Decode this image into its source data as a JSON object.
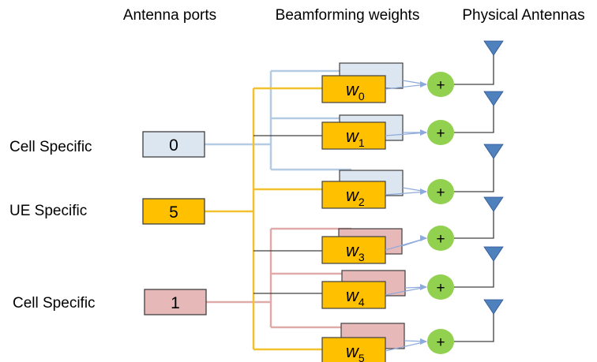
{
  "headers": {
    "ports": "Antenna ports",
    "weights": "Beamforming weights",
    "antennas": "Physical Antennas"
  },
  "ports": [
    {
      "label": "Cell Specific",
      "value": "0",
      "color": "#dce6f1",
      "line_color": "#b3cce4"
    },
    {
      "label": "UE Specific",
      "value": "5",
      "color": "#ffc000",
      "line_color": "#f2c12e"
    },
    {
      "label": "Cell Specific",
      "value": "1",
      "color": "#e6b9b8",
      "line_color": "#e0aaa9"
    }
  ],
  "weights": [
    {
      "symbol": "w",
      "sub": "0",
      "back_color": "#dce6f1"
    },
    {
      "symbol": "w",
      "sub": "1",
      "back_color": "#dce6f1"
    },
    {
      "symbol": "w",
      "sub": "2",
      "back_color": "#dce6f1"
    },
    {
      "symbol": "w",
      "sub": "3",
      "back_color": "#e6b9b8"
    },
    {
      "symbol": "w",
      "sub": "4",
      "back_color": "#e6b9b8"
    },
    {
      "symbol": "w",
      "sub": "5",
      "back_color": "#e6b9b8"
    }
  ],
  "combiner_symbol": "+",
  "colors": {
    "weight_front": "#ffc000",
    "combiner": "#92d050",
    "antenna": "#4f81bd",
    "arrow": "#8eaadb",
    "wire": "#404040"
  }
}
